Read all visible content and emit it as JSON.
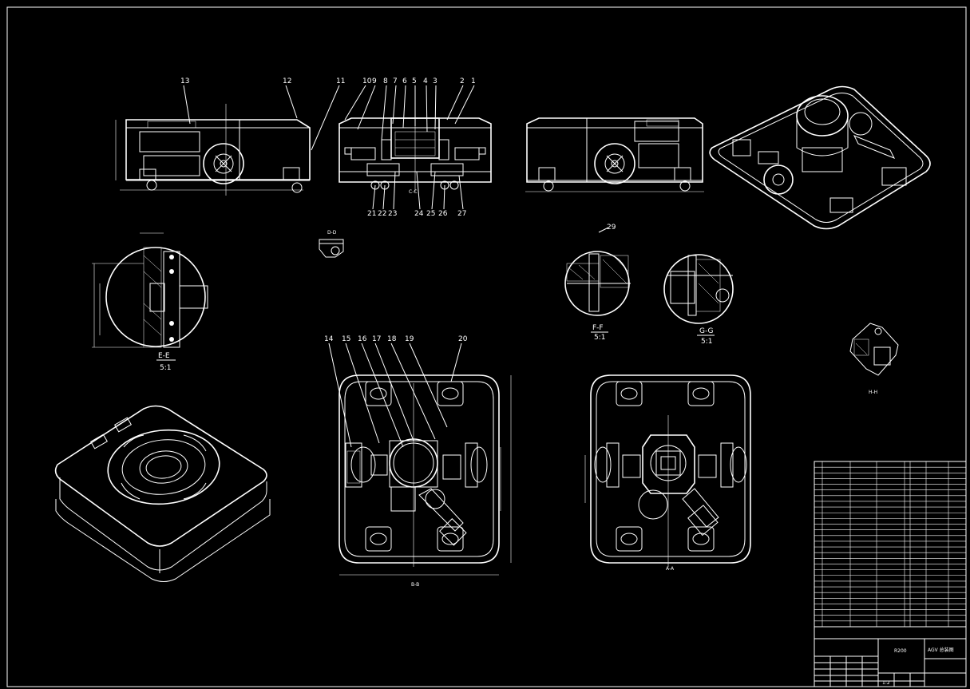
{
  "drawing": {
    "balloons_top": [
      "13",
      "12",
      "11",
      "10",
      "9",
      "8",
      "7",
      "6",
      "5",
      "4",
      "3",
      "2",
      "1"
    ],
    "balloons_bottom": [
      "21",
      "22",
      "23",
      "24",
      "25",
      "26",
      "27"
    ],
    "balloons_plan": [
      "14",
      "15",
      "16",
      "17",
      "18",
      "19",
      "20"
    ],
    "balloon_detail": "29",
    "section_c": "C-C",
    "section_b": "B-B",
    "section_a": "A-A",
    "section_d": "D-D",
    "detail_e": "E-E",
    "scale_e": "5:1",
    "detail_f": "F-F",
    "scale_f": "5:1",
    "detail_g": "G-G",
    "scale_g": "5:1",
    "detail_h": "H-H",
    "title_main": "R200",
    "title_part": "AGV 总装图",
    "scale": "1:2"
  },
  "colors": {
    "background": "#000000",
    "lines": "#ffffff"
  }
}
